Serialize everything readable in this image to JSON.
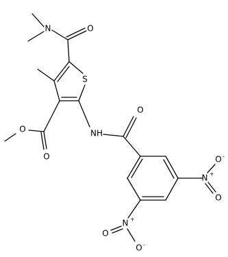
{
  "colors": {
    "bond": "#000000",
    "background": "#ffffff"
  },
  "atoms": {
    "n_amide_top": "N",
    "o_amide_top": "O",
    "s_ring": "S",
    "o_ester_carbonyl": "O",
    "o_ester_ether": "O",
    "nh_amide": "NH",
    "o_benzoyl": "O",
    "n_nitro_right": "N",
    "n_nitro_right_charge": "+",
    "o_nitro_right_top": "O",
    "o_nitro_right_top_charge": "-",
    "o_nitro_right_bottom": "O",
    "n_nitro_bottom": "N",
    "n_nitro_bottom_charge": "+",
    "o_nitro_bottom_left": "O",
    "o_nitro_bottom_right": "O",
    "o_nitro_bottom_right_charge": "-"
  }
}
